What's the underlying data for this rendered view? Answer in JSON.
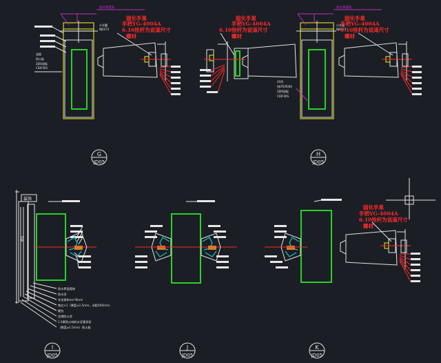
{
  "details": {
    "G": {
      "letter": "G",
      "sheet": "JD05"
    },
    "H": {
      "letter": "H",
      "sheet": "JD05"
    },
    "I": {
      "letter": "I",
      "sheet": "JD05"
    },
    "J": {
      "letter": "J",
      "sheet": "JD05"
    },
    "K": {
      "letter": "K",
      "sheet": "JD05"
    }
  },
  "callouts": {
    "line1": "固化手臬",
    "line2": "手把YG-4004A",
    "line3": "6.10拴杆为说道尺寸",
    "line4": "螺材"
  },
  "section_i": {
    "wall_label": "装饰",
    "notes": [
      "防水界面墙饰",
      "防水涂",
      "木龙骨8mm*8mm",
      "铁红×1（厚度≥1.5mm，间距400mm）",
      "硬包",
      "龙骨防火涂",
      "1.5厚防火材料水泥基多彩",
      "（厚度≥1.5mm）防火板"
    ]
  },
  "misc": {
    "top_note": "加大厚度处",
    "small_note_a": "小半圆",
    "small_note_b": "NJ0273",
    "side_note_a": "油面",
    "side_note_b": "防火板",
    "side_note_c": "ZJ0E拢板",
    "side_note_d": "CIDF40S",
    "hanger_note_a": "20吊",
    "hanger_note_b": "HJ0TE9006"
  },
  "colors": {
    "background": "#1b1e24",
    "frame_white": "#e6e6e6",
    "frame_green": "#2ad12a",
    "frame_yellow": "#d8d02a",
    "annotation_red": "#ff2a2a",
    "annotation_magenta": "#d22bd2",
    "glass_cyan": "#19c6c6"
  }
}
